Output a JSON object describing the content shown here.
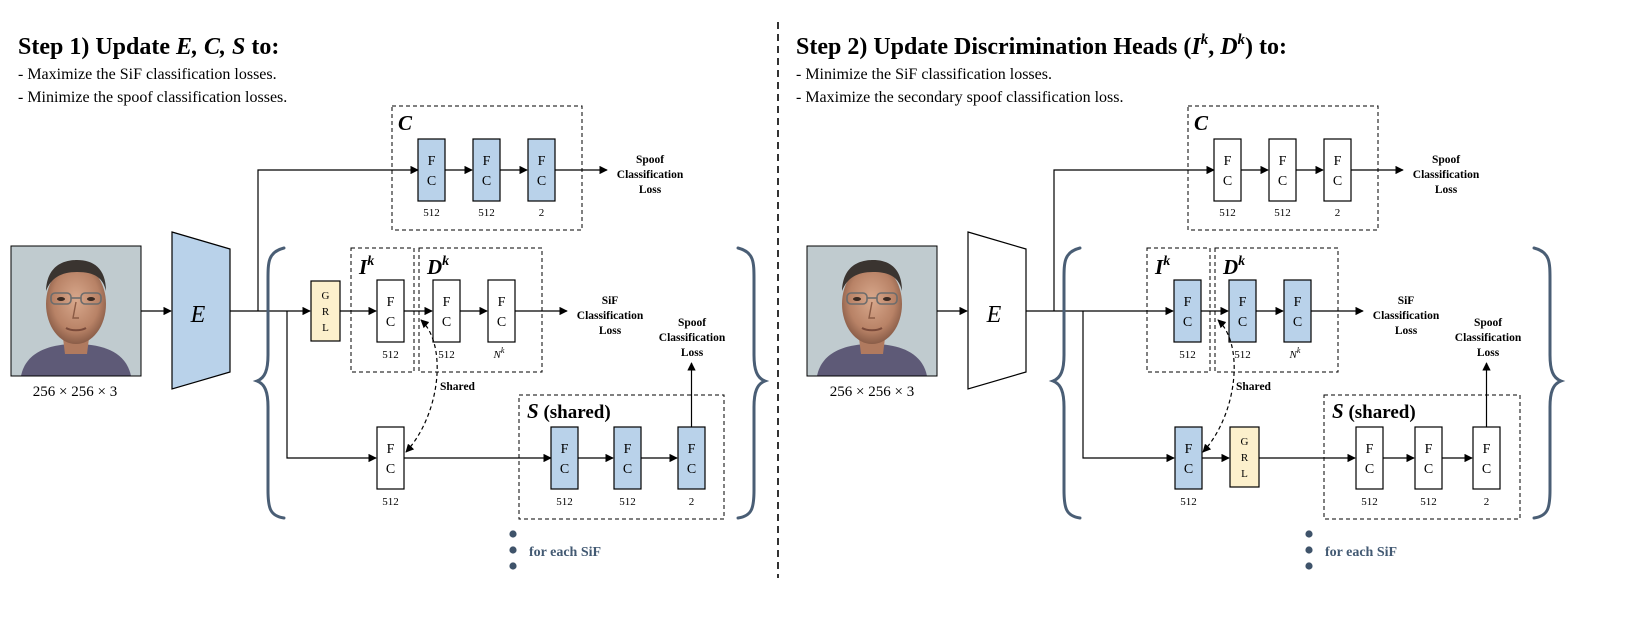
{
  "panels": [
    {
      "title_prefix": "Step 1) Update ",
      "title_vars": "E, C, S",
      "title_suffix": " to:",
      "bullets": [
        "- Maximize the SiF classification losses.",
        "- Minimize the spoof classification losses."
      ],
      "image_label": "256 × 256 × 3",
      "encoder_label": "E",
      "block_c_label": "C",
      "block_i_label": "I",
      "block_d_label": "D",
      "superscript_k": "k",
      "block_s_label": "S",
      "block_s_suffix": " (shared)",
      "fc_top": "F",
      "fc_bottom": "C",
      "grl_letters": [
        "G",
        "R",
        "L"
      ],
      "c_dims": [
        "512",
        "512",
        "2"
      ],
      "i_dim": "512",
      "d_dims": [
        "512",
        "N"
      ],
      "shared_fc_dim": "512",
      "s_dims": [
        "512",
        "512",
        "2"
      ],
      "spoof_loss_lines": [
        "Spoof",
        "Classification",
        "Loss"
      ],
      "sif_loss_lines": [
        "SiF",
        "Classification",
        "Loss"
      ],
      "shared_label": "Shared",
      "for_each_label": "for each SiF",
      "trainable_color": "#b9d2ea",
      "grl_color": "#fcf0cc"
    },
    {
      "title_prefix": "Step 2) Update Discrimination Heads (",
      "title_vars": "I",
      "title_suffix": ") to:",
      "title_mid": "D",
      "bullets": [
        "- Minimize the SiF classification losses.",
        "- Maximize the secondary spoof classification loss."
      ],
      "image_label": "256 × 256 × 3",
      "encoder_label": "E",
      "block_c_label": "C",
      "block_i_label": "I",
      "block_d_label": "D",
      "superscript_k": "k",
      "block_s_label": "S",
      "block_s_suffix": " (shared)",
      "fc_top": "F",
      "fc_bottom": "C",
      "grl_letters": [
        "G",
        "R",
        "L"
      ],
      "c_dims": [
        "512",
        "512",
        "2"
      ],
      "i_dim": "512",
      "d_dims": [
        "512",
        "N"
      ],
      "shared_fc_dim": "512",
      "s_dims": [
        "512",
        "512",
        "2"
      ],
      "spoof_loss_lines": [
        "Spoof",
        "Classification",
        "Loss"
      ],
      "sif_loss_lines": [
        "SiF",
        "Classification",
        "Loss"
      ],
      "shared_label": "Shared",
      "for_each_label": "for each SiF",
      "trainable_color": "#b9d2ea",
      "grl_color": "#fcf0cc"
    }
  ]
}
